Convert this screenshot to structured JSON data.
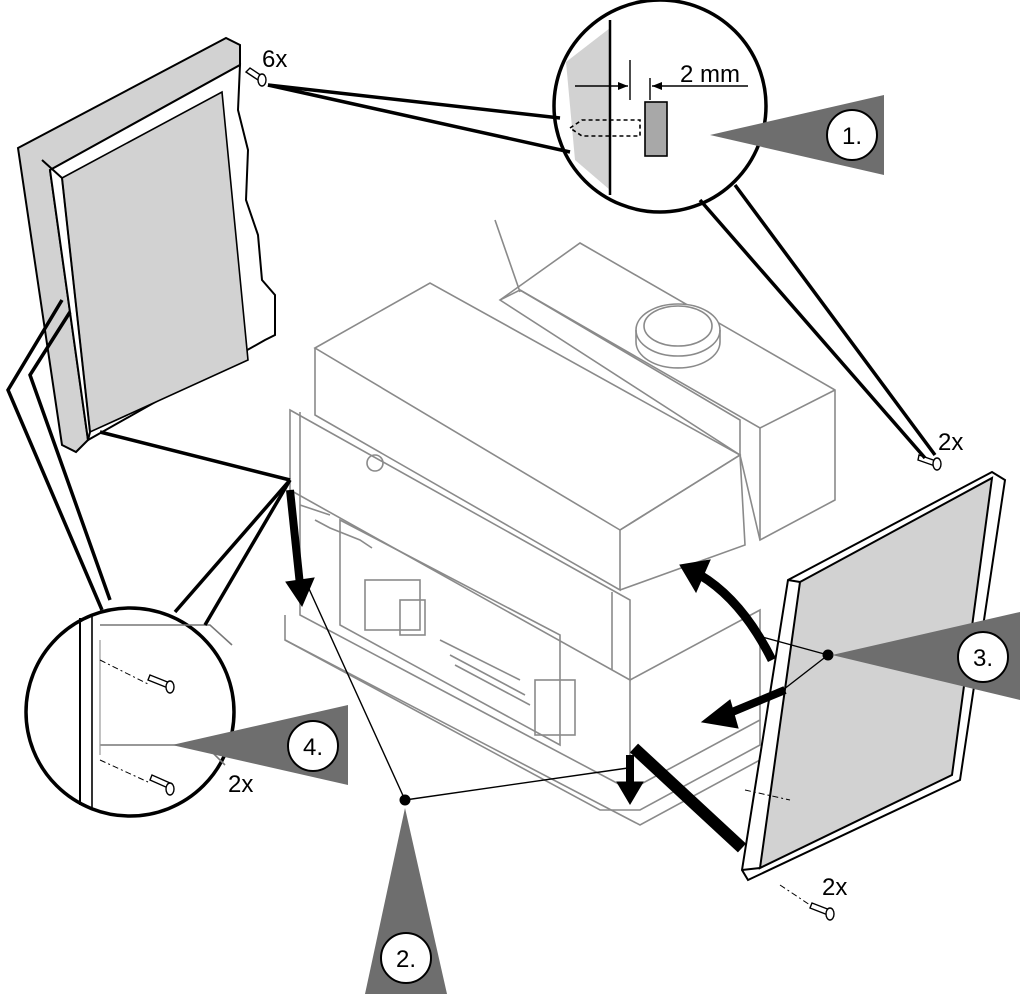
{
  "steps": {
    "step1": "1.",
    "step2": "2.",
    "step3": "3.",
    "step4": "4."
  },
  "quantities": {
    "top_screws": "6x",
    "right_top_screws": "2x",
    "right_bottom_screws": "2x",
    "detail_screws": "2x"
  },
  "dimension": "2 mm",
  "colors": {
    "panel_fill": "#d2d2d2",
    "pointer_fill": "#6e6e6e",
    "outline": "#000000",
    "body_line": "#8a8a8a"
  }
}
